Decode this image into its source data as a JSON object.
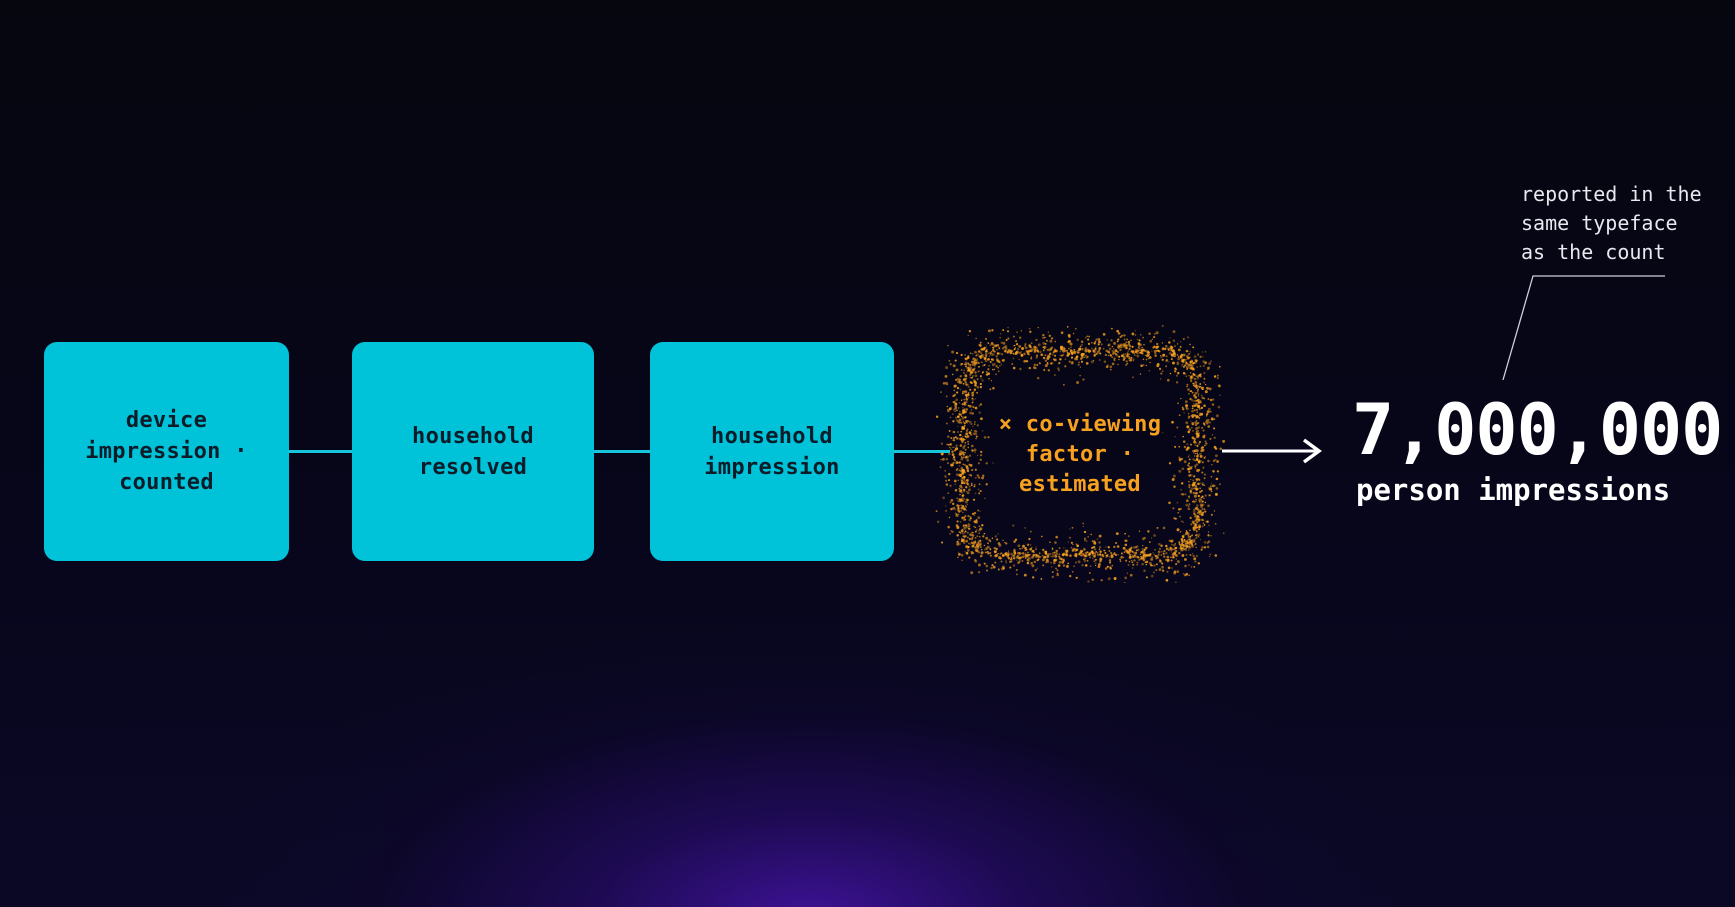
{
  "pipeline": {
    "stages": [
      {
        "label": "device\nimpression ·\ncounted"
      },
      {
        "label": "household\nresolved"
      },
      {
        "label": "household\nimpression"
      }
    ],
    "estimate_stage": {
      "label": "× co-viewing\nfactor ·\nestimated"
    }
  },
  "result": {
    "count": "7,000,000",
    "unit": "person impressions"
  },
  "annotation": {
    "text": "reported in the\nsame typeface\nas the count"
  },
  "colors": {
    "stage_fill": "#00c3da",
    "connector": "#16c6dc",
    "estimate": "#f7a11f",
    "background": "#06060f",
    "glow": "#3d14a8"
  },
  "icons": {
    "arrow": "right-arrow-icon"
  }
}
